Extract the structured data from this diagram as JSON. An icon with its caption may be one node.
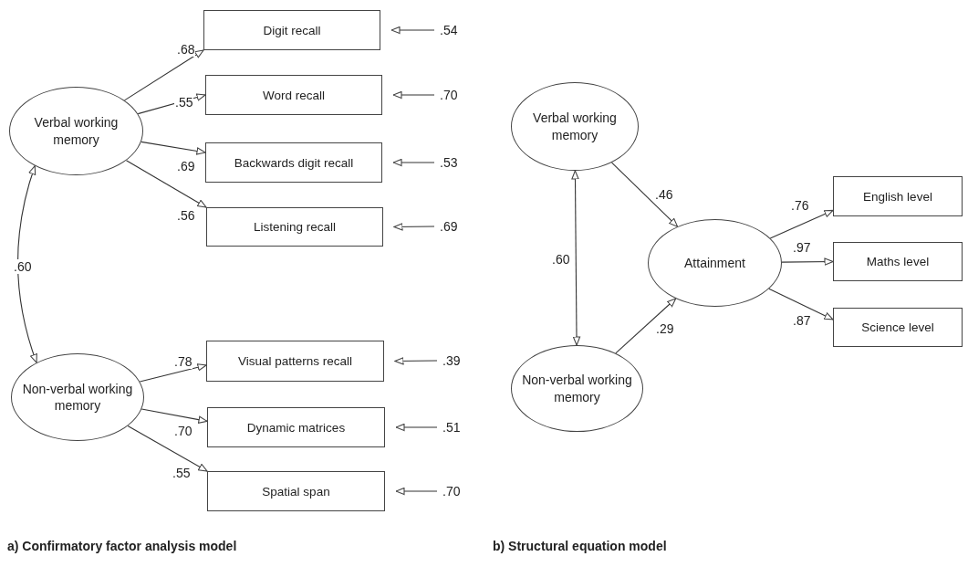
{
  "diagram": {
    "nodes": [
      {
        "text": [
          "Verbal working memory"
        ]
      },
      {
        "text": [
          "Digit recall"
        ]
      },
      {
        "text": [
          ".54"
        ]
      },
      {
        "text": [
          "Word recall"
        ]
      },
      {
        "text": [
          ".70"
        ]
      },
      {
        "text": [
          "Backwards digit recall"
        ]
      },
      {
        "text": [
          ".53"
        ]
      },
      {
        "text": [
          "Listening recall"
        ]
      },
      {
        "text": [
          ".69"
        ]
      },
      {
        "text": [
          "Non-verbal working memory"
        ]
      },
      {
        "text": [
          "Visual patterns recall"
        ]
      },
      {
        "text": [
          ".39"
        ]
      },
      {
        "text": [
          "Dynamic matrices"
        ]
      },
      {
        "text": [
          ".51"
        ]
      },
      {
        "text": [
          "Spatial span"
        ]
      },
      {
        "text": [
          ".70"
        ]
      },
      {
        "text": [
          "Verbal working memory"
        ]
      },
      {
        "text": [
          "Non-verbal working memory"
        ]
      },
      {
        "text": [
          "Attainment"
        ]
      },
      {
        "text": [
          "English level"
        ]
      },
      {
        "text": [
          "Maths level"
        ]
      },
      {
        "text": [
          "Science level"
        ]
      }
    ],
    "edges": [
      {
        "from": 0,
        "to": 1,
        "arrow": "to",
        "label": ".68"
      },
      {
        "from": 0,
        "to": 3,
        "arrow": "to",
        "label": ".55"
      },
      {
        "from": 0,
        "to": 5,
        "arrow": "to",
        "label": ".69"
      },
      {
        "from": 0,
        "to": 7,
        "arrow": "to",
        "label": ".56"
      },
      {
        "from": 2,
        "to": 1,
        "arrow": "to"
      },
      {
        "from": 4,
        "to": 3,
        "arrow": "to"
      },
      {
        "from": 6,
        "to": 5,
        "arrow": "to"
      },
      {
        "from": 8,
        "to": 7,
        "arrow": "to"
      },
      {
        "from": 0,
        "to": 9,
        "arrow": "both",
        "label": ".60"
      },
      {
        "from": 9,
        "to": 10,
        "arrow": "to",
        "label": ".78"
      },
      {
        "from": 9,
        "to": 12,
        "arrow": "to",
        "label": ".70"
      },
      {
        "from": 9,
        "to": 14,
        "arrow": "to",
        "label": ".55"
      },
      {
        "from": 11,
        "to": 10,
        "arrow": "to"
      },
      {
        "from": 13,
        "to": 12,
        "arrow": "to"
      },
      {
        "from": 15,
        "to": 14,
        "arrow": "to"
      },
      {
        "from": 16,
        "to": 17,
        "arrow": "both",
        "label": ".60"
      },
      {
        "from": 16,
        "to": 18,
        "arrow": "to",
        "label": ".46"
      },
      {
        "from": 17,
        "to": 18,
        "arrow": "to",
        "label": ".29"
      },
      {
        "from": 18,
        "to": 19,
        "arrow": "to",
        "label": ".76"
      },
      {
        "from": 18,
        "to": 20,
        "arrow": "to",
        "label": ".97"
      },
      {
        "from": 18,
        "to": 21,
        "arrow": "to",
        "label": ".87"
      }
    ],
    "labels": [
      "a) Confirmatory factor analysis model",
      "b) Structural equation model"
    ]
  }
}
